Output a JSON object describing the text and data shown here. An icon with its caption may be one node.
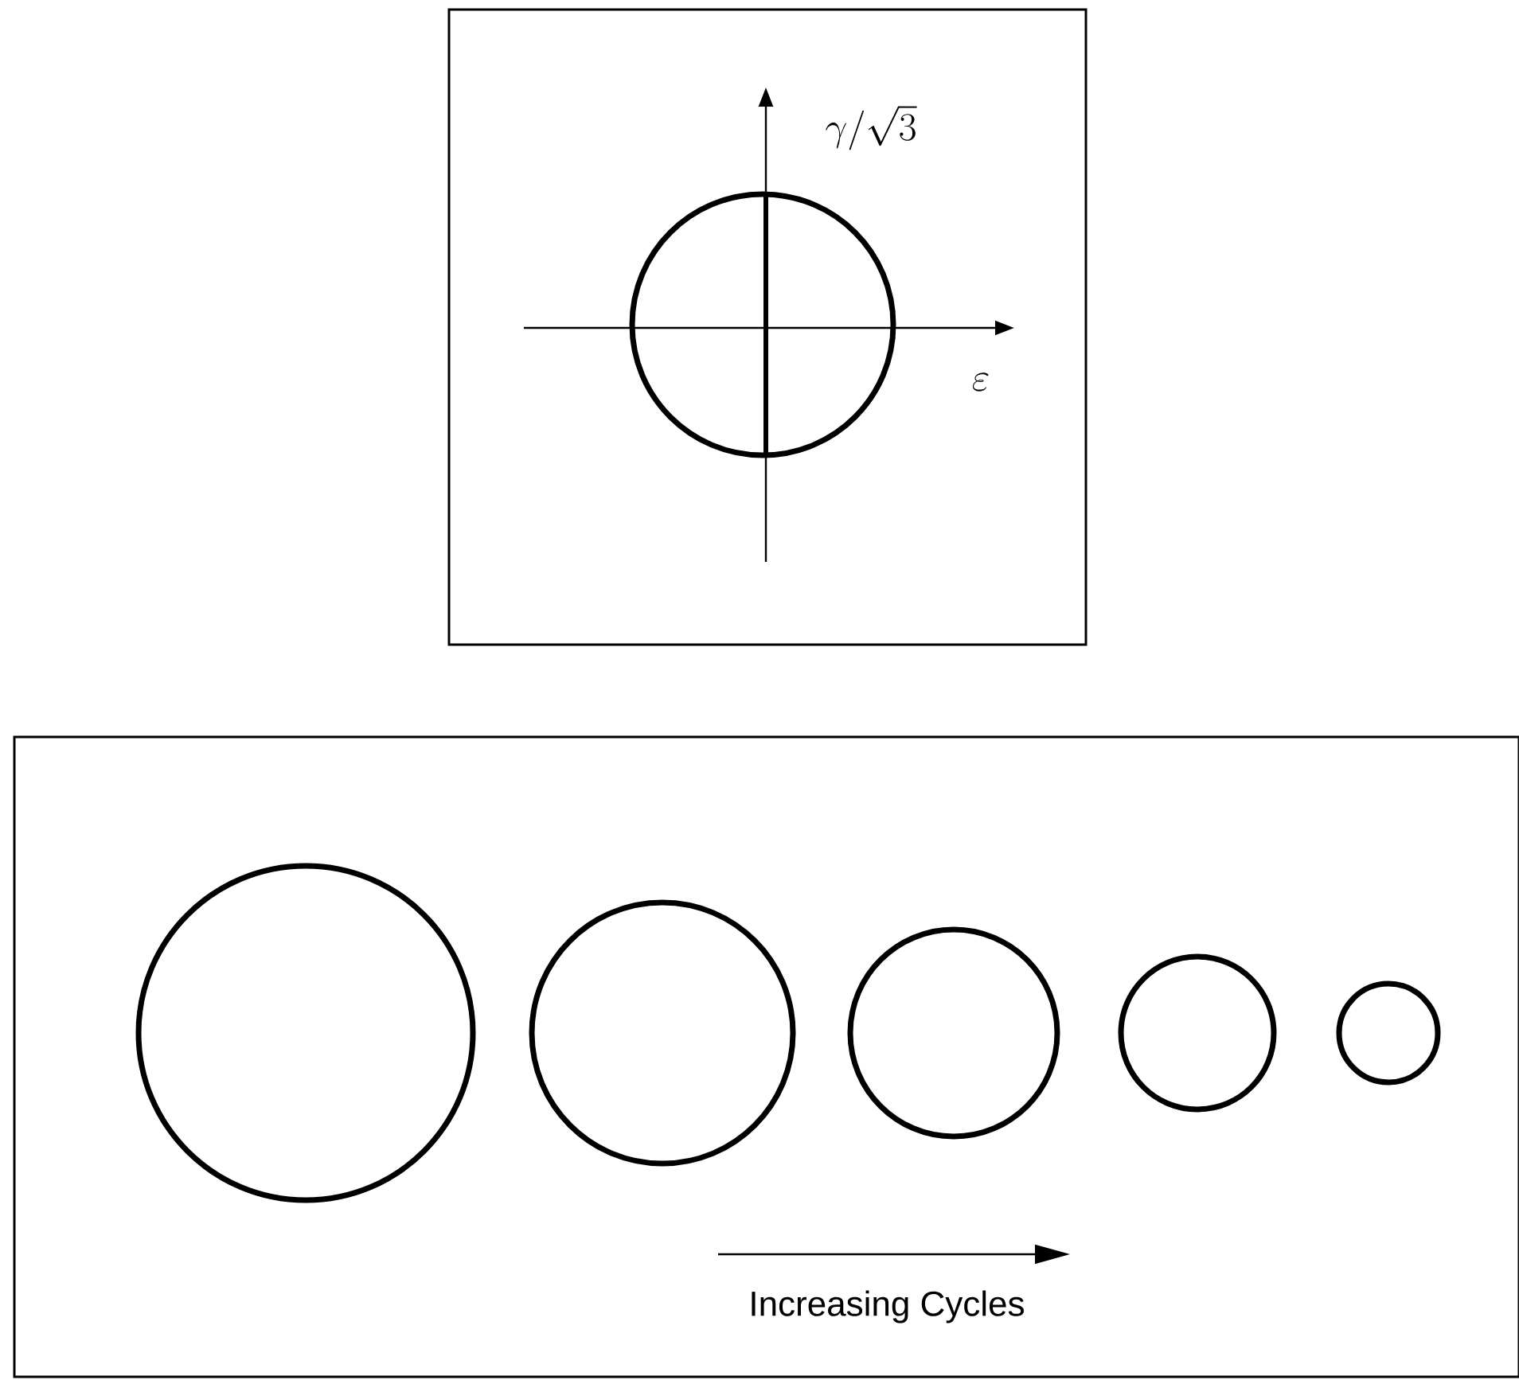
{
  "diagram": {
    "nodes": [
      {
        "text": [],
        "shape": "box"
      },
      {
        "text": [],
        "shape": "circle",
        "in": 0
      },
      {
        "text": [],
        "shape": "box"
      },
      {
        "text": [],
        "shape": "circle",
        "in": 2
      },
      {
        "text": [],
        "shape": "circle",
        "in": 2
      },
      {
        "text": [],
        "shape": "circle",
        "in": 2
      },
      {
        "text": [],
        "shape": "circle",
        "in": 2
      },
      {
        "text": [],
        "shape": "circle",
        "in": 2
      }
    ],
    "labels": [
      "\\gamma/\\sqrt{3}",
      "\\varepsilon",
      "Increasing Cycles"
    ]
  }
}
